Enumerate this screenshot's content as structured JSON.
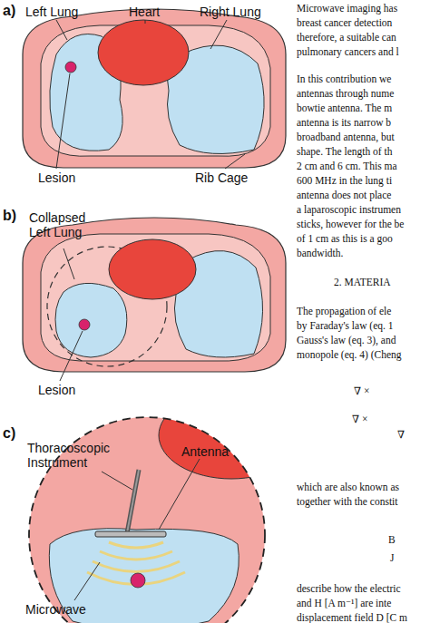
{
  "diagram": {
    "labels": [
      "a)",
      "Left Lung",
      "Heart",
      "Right Lung",
      "Lesion",
      "Rib Cage",
      "b)",
      "Collapsed Left Lung",
      "Lesion",
      "c)",
      "Thoracoscopic Instrument",
      "Antenna",
      "Microwave",
      "Microwave imaging has",
      "breast cancer detection",
      "therefore, a suitable can",
      "pulmonary cancers and l",
      "In this contribution we",
      "antennas through nume",
      "bowtie antenna. The m",
      "antenna is its narrow b",
      "broadband antenna, but",
      "shape. The length of th",
      "2 cm and 6 cm. This ma",
      "600 MHz in the lung ti",
      "antenna does not place",
      "a laparoscopic instrumen",
      "sticks, however for the be",
      "of 1 cm as this is a goo",
      "bandwidth.",
      "2. MATERIA",
      "The propagation of ele",
      "by Faraday's law (eq. 1",
      "Gauss's law (eq. 3), and",
      "monopole (eq. 4) (Cheng",
      "∇ ×",
      "∇ ×",
      "∇",
      "which are also known as",
      "together with the constit",
      "B",
      "J",
      "describe how the electric",
      "and H [A m⁻¹] are inte",
      "displacement field D [C m"
    ]
  }
}
